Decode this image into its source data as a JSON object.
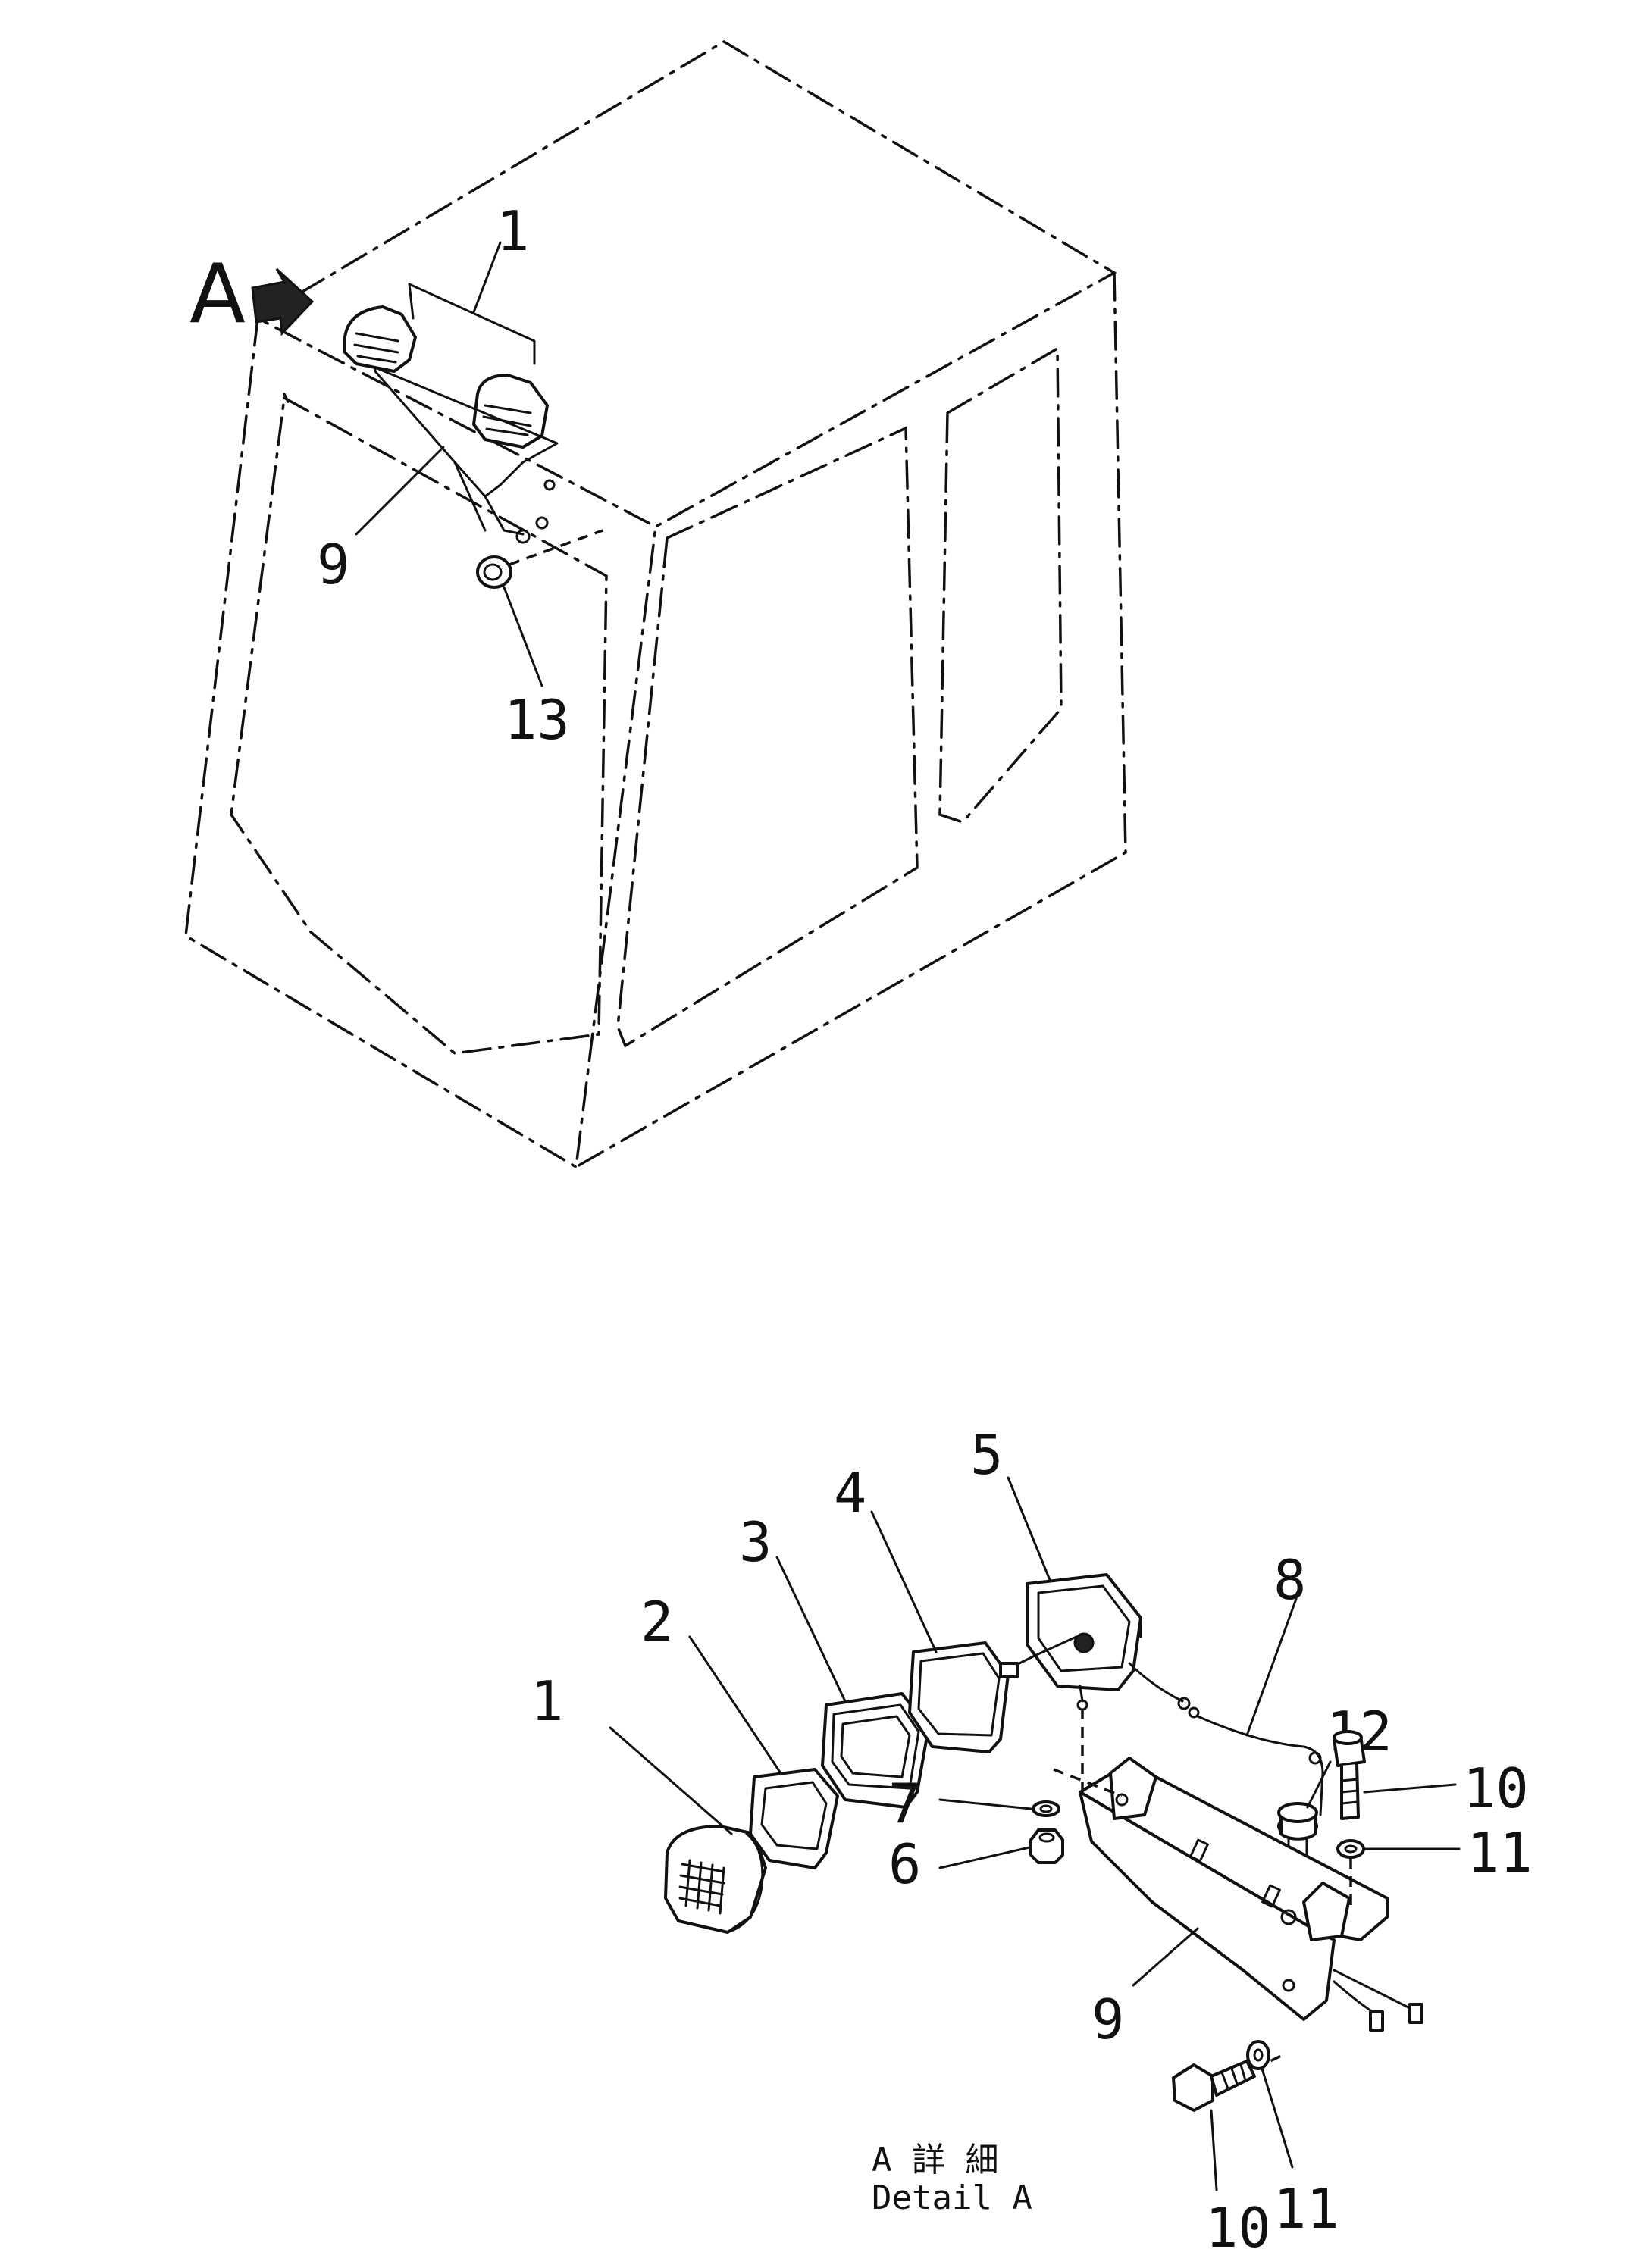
{
  "view_marker": "A",
  "cab_callouts": [
    "1",
    "9",
    "13"
  ],
  "detail_callouts": [
    "1",
    "2",
    "3",
    "4",
    "5",
    "6",
    "7",
    "8",
    "9",
    "10",
    "11",
    "12",
    "10",
    "11"
  ],
  "caption": {
    "japanese": "A 詳 細",
    "english": "Detail A"
  }
}
